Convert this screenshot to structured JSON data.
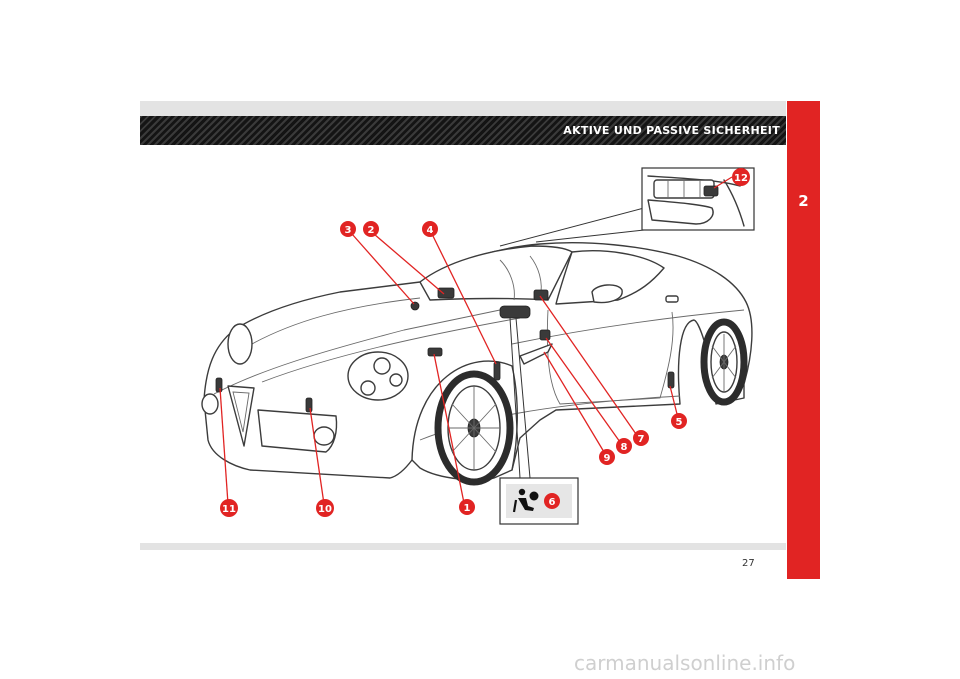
{
  "header": {
    "title": "AKTIVE UND PASSIVE SICHERHEIT"
  },
  "chapter": {
    "number": "2"
  },
  "footer": {
    "page_number": "27"
  },
  "watermark": {
    "text": "carmanualsonline.info"
  },
  "callouts": [
    "1",
    "2",
    "3",
    "4",
    "5",
    "6",
    "7",
    "8",
    "9",
    "10",
    "11",
    "12"
  ],
  "icons": {
    "inset_airbag": "airbag-seated-person-icon"
  },
  "colors": {
    "accent": "#e12423",
    "header_bar": "#1c1c1c",
    "band": "#e3e3e3"
  }
}
